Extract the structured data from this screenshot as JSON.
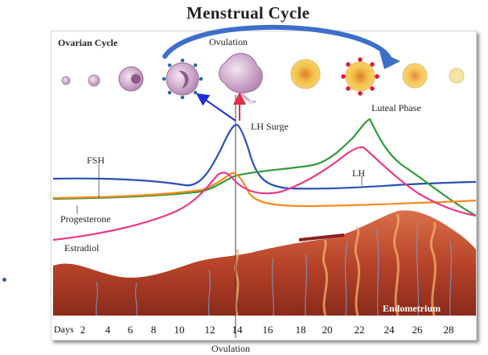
{
  "title": "Menstrual Cycle",
  "labels": {
    "ovarian_cycle": "Ovarian Cycle",
    "ovulation_top": "Ovulation",
    "luteal_phase": "Luteal Phase",
    "lh_surge": "LH Surge",
    "fsh": "FSH",
    "lh": "LH",
    "progesterone": "Progesterone",
    "estradiol": "Estradiol",
    "endometrium": "Endometrium",
    "days": "Days",
    "ovulation_bottom": "Ovulation"
  },
  "day_ticks": [
    "2",
    "4",
    "6",
    "8",
    "10",
    "12",
    "14",
    "16",
    "18",
    "20",
    "22",
    "24",
    "26",
    "28"
  ],
  "colors": {
    "fsh": "#2b4fb4",
    "lh": "#2f9a3a",
    "progesterone": "#f58a1e",
    "estradiol": "#ea3a8a",
    "arrow_blue": "#1f2fd8",
    "arrow_red": "#e0304a",
    "cycle_arrow": "#3d6fc9",
    "endometrium": "#b8442a"
  },
  "icons": {
    "follicle": "follicle-icon",
    "corpus_luteum": "corpus-luteum-icon"
  }
}
